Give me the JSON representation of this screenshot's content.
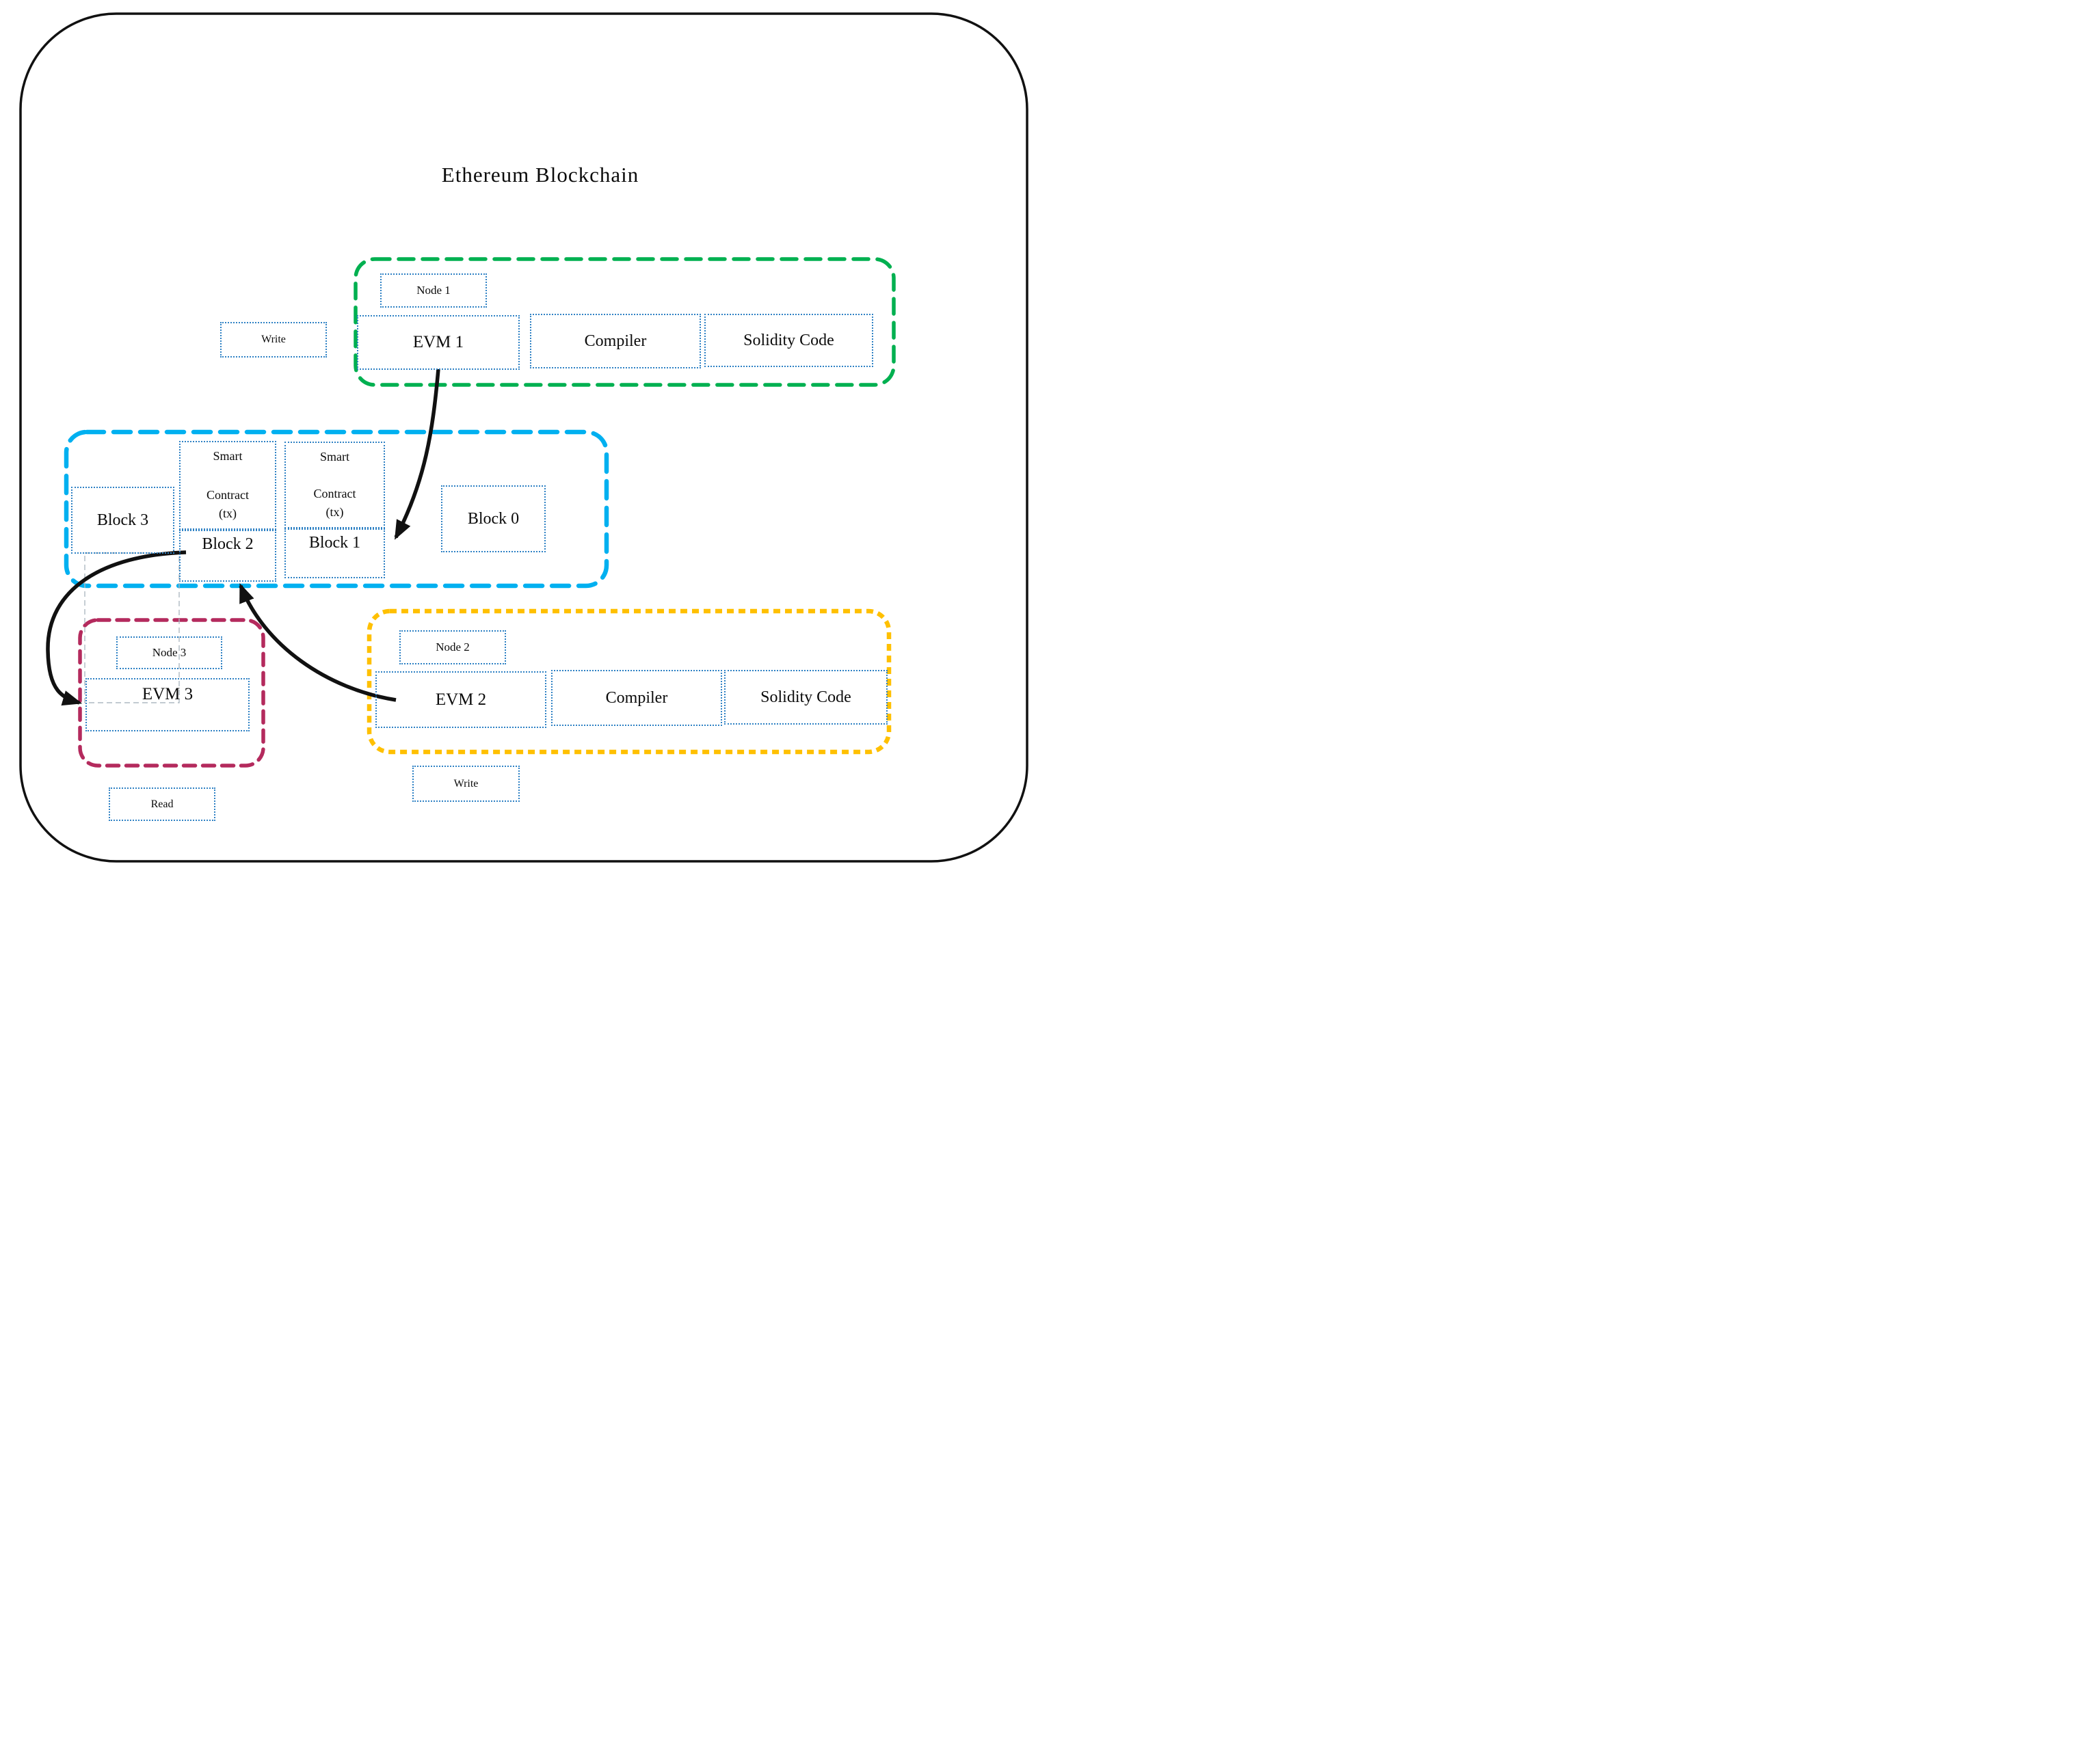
{
  "title": "Ethereum Blockchain",
  "colors": {
    "outer_border": "#111111",
    "node1_green": "#00B050",
    "blockchain_cyan": "#00B0F0",
    "node3_crimson": "#B42A5D",
    "node2_orange": "#FFC000",
    "inner_box_blue": "#2E81C4",
    "ghost_gray": "#AEB9C2",
    "arrow_black": "#111111"
  },
  "node1": {
    "label": "Node 1",
    "evm": "EVM 1",
    "compiler": "Compiler",
    "solidity": "Solidity Code"
  },
  "node2": {
    "label": "Node 2",
    "evm": "EVM 2",
    "compiler": "Compiler",
    "solidity": "Solidity Code"
  },
  "node3": {
    "label": "Node 3",
    "evm": "EVM 3"
  },
  "blocks": {
    "block0": "Block 0",
    "block1": "Block 1",
    "block2": "Block 2",
    "block3": "Block 3"
  },
  "smart_contract": {
    "line1": "Smart",
    "line2": "Contract",
    "line3": "(tx)"
  },
  "actions": {
    "write_top": "Write",
    "write_bottom": "Write",
    "read": "Read"
  }
}
